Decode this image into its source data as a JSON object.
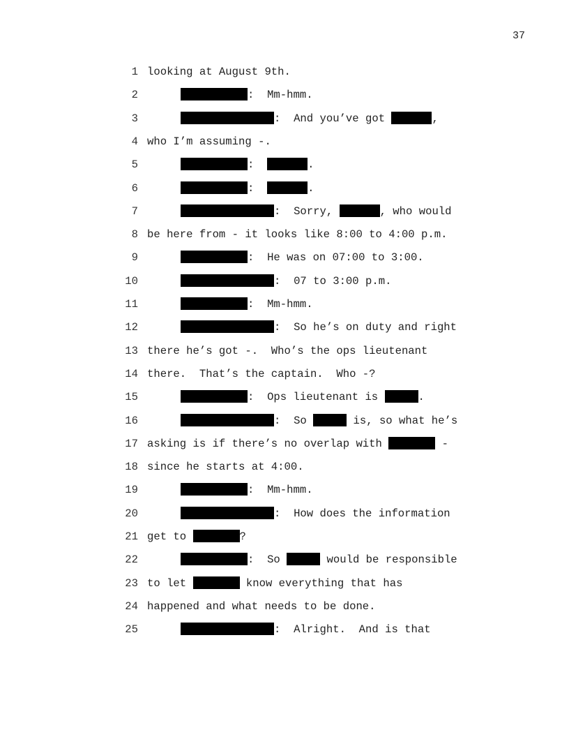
{
  "page_number": "37",
  "lines": [
    {
      "num": "1",
      "indent": false,
      "segments": [
        "looking at August 9th."
      ]
    },
    {
      "num": "2",
      "indent": true,
      "segments": [
        {
          "redacted": "spk-a"
        },
        ":  Mm-hmm."
      ]
    },
    {
      "num": "3",
      "indent": true,
      "segments": [
        {
          "redacted": "spk-b"
        },
        ":  And you’ve got ",
        {
          "redacted": "n58"
        },
        ","
      ]
    },
    {
      "num": "4",
      "indent": false,
      "segments": [
        "who I’m assuming -."
      ]
    },
    {
      "num": "5",
      "indent": true,
      "segments": [
        {
          "redacted": "spk-a"
        },
        ":  ",
        {
          "redacted": "n58"
        },
        "."
      ]
    },
    {
      "num": "6",
      "indent": true,
      "segments": [
        {
          "redacted": "spk-a"
        },
        ":  ",
        {
          "redacted": "n58"
        },
        "."
      ]
    },
    {
      "num": "7",
      "indent": true,
      "segments": [
        {
          "redacted": "spk-b"
        },
        ":  Sorry, ",
        {
          "redacted": "n58"
        },
        ", who would"
      ]
    },
    {
      "num": "8",
      "indent": false,
      "segments": [
        "be here from - it looks like 8:00 to 4:00 p.m."
      ]
    },
    {
      "num": "9",
      "indent": true,
      "segments": [
        {
          "redacted": "spk-a"
        },
        ":  He was on 07:00 to 3:00."
      ]
    },
    {
      "num": "10",
      "indent": true,
      "segments": [
        {
          "redacted": "spk-b"
        },
        ":  07 to 3:00 p.m."
      ]
    },
    {
      "num": "11",
      "indent": true,
      "segments": [
        {
          "redacted": "spk-a"
        },
        ":  Mm-hmm."
      ]
    },
    {
      "num": "12",
      "indent": true,
      "segments": [
        {
          "redacted": "spk-b"
        },
        ":  So he’s on duty and right"
      ]
    },
    {
      "num": "13",
      "indent": false,
      "segments": [
        "there he’s got -.  Who’s the ops lieutenant"
      ]
    },
    {
      "num": "14",
      "indent": false,
      "segments": [
        "there.  That’s the captain.  Who -?"
      ]
    },
    {
      "num": "15",
      "indent": true,
      "segments": [
        {
          "redacted": "spk-a"
        },
        ":  Ops lieutenant is ",
        {
          "redacted": "n48"
        },
        "."
      ]
    },
    {
      "num": "16",
      "indent": true,
      "segments": [
        {
          "redacted": "spk-b"
        },
        ":  So ",
        {
          "redacted": "n48"
        },
        " is, so what he’s"
      ]
    },
    {
      "num": "17",
      "indent": false,
      "segments": [
        "asking is if there’s no overlap with ",
        {
          "redacted": "n67"
        },
        " -"
      ]
    },
    {
      "num": "18",
      "indent": false,
      "segments": [
        "since he starts at 4:00."
      ]
    },
    {
      "num": "19",
      "indent": true,
      "segments": [
        {
          "redacted": "spk-a"
        },
        ":  Mm-hmm."
      ]
    },
    {
      "num": "20",
      "indent": true,
      "segments": [
        {
          "redacted": "spk-b"
        },
        ":  How does the information"
      ]
    },
    {
      "num": "21",
      "indent": false,
      "segments": [
        "get to ",
        {
          "redacted": "n67"
        },
        "?"
      ]
    },
    {
      "num": "22",
      "indent": true,
      "segments": [
        {
          "redacted": "spk-a"
        },
        ":  So ",
        {
          "redacted": "n48"
        },
        " would be responsible"
      ]
    },
    {
      "num": "23",
      "indent": false,
      "segments": [
        "to let ",
        {
          "redacted": "n67"
        },
        " know everything that has"
      ]
    },
    {
      "num": "24",
      "indent": false,
      "segments": [
        "happened and what needs to be done."
      ]
    },
    {
      "num": "25",
      "indent": true,
      "segments": [
        {
          "redacted": "spk-b"
        },
        ":  Alright.  And is that"
      ]
    }
  ]
}
